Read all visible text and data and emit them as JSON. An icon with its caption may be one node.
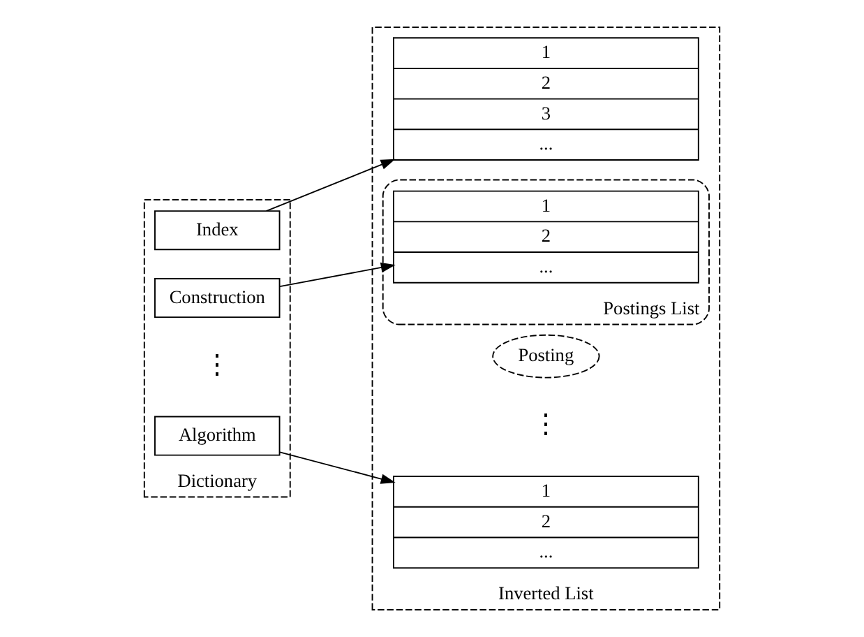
{
  "diagram": {
    "nodes": [
      {
        "text": [
          "Dictionary"
        ]
      },
      {
        "text": [
          "Index"
        ],
        "in": 0
      },
      {
        "text": [
          "Construction"
        ],
        "in": 0
      },
      {
        "text": [
          "Algorithm"
        ],
        "in": 0
      },
      {
        "text": [
          "Inverted List"
        ]
      },
      {
        "text": [
          "1",
          "2",
          "3",
          "..."
        ],
        "in": 4
      },
      {
        "text": [
          "Postings List"
        ],
        "in": 4
      },
      {
        "text": [
          "1",
          "2",
          "..."
        ],
        "in": 6
      },
      {
        "text": [
          "Posting"
        ],
        "in": 4
      },
      {
        "text": [
          "1",
          "2",
          "..."
        ],
        "in": 4
      }
    ],
    "edges": [
      {
        "from": 1,
        "to": 5,
        "arrow": "to"
      },
      {
        "from": 2,
        "to": 7,
        "arrow": "to"
      },
      {
        "from": 3,
        "to": 9,
        "arrow": "to"
      }
    ],
    "labels": [
      "⋮",
      "⋮"
    ]
  }
}
